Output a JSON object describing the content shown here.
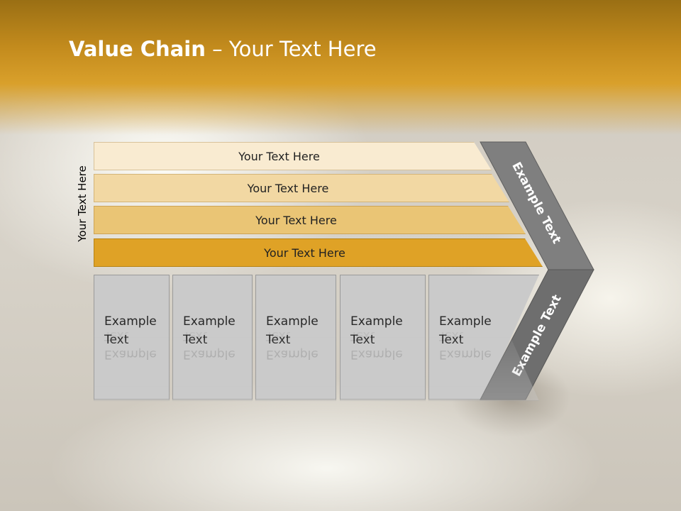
{
  "title": {
    "bold": "Value Chain",
    "rest": " – Your Text Here"
  },
  "side_label": "Your Text Here",
  "bands": [
    {
      "label": "Your Text Here"
    },
    {
      "label": "Your Text Here"
    },
    {
      "label": "Your Text Here"
    },
    {
      "label": "Your Text Here"
    }
  ],
  "boxes": [
    {
      "line1": "Example",
      "line2": "Text"
    },
    {
      "line1": "Example",
      "line2": "Text"
    },
    {
      "line1": "Example",
      "line2": "Text"
    },
    {
      "line1": "Example",
      "line2": "Text"
    },
    {
      "line1": "Example",
      "line2": "Text"
    }
  ],
  "chevron": {
    "upper_label": "Example Text",
    "lower_label": "Example Text"
  },
  "colors": {
    "header": "#d9a02b",
    "band_1": "#f9ebd1",
    "band_2": "#f2d8a3",
    "band_3": "#eac575",
    "band_4": "#dfa226",
    "box": "#cacaca",
    "chevron_upper": "#7f7f7f",
    "chevron_lower": "#6e6e6e"
  }
}
